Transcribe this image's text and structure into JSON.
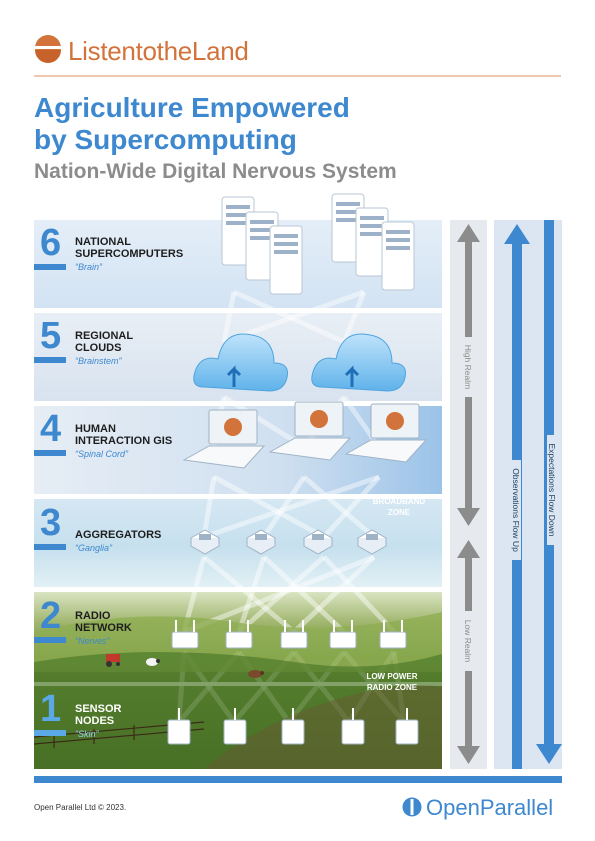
{
  "brand": {
    "name": "ListentotheLand",
    "color": "#d2733b"
  },
  "title": {
    "line1": "Agriculture Empowered",
    "line2": "by Supercomputing",
    "subtitle": "Nation-Wide Digital Nervous System",
    "accent": "#3d88cf"
  },
  "layers": [
    {
      "number": "6",
      "name": "NATIONAL\nSUPERCOMPUTERS",
      "nickname": "“Brain”"
    },
    {
      "number": "5",
      "name": "REGIONAL\nCLOUDS",
      "nickname": "“Brainstem”"
    },
    {
      "number": "4",
      "name": "HUMAN\nINTERACTION GIS",
      "nickname": "“Spinal Cord”"
    },
    {
      "number": "3",
      "name": "AGGREGATORS",
      "nickname": "“Ganglia”"
    },
    {
      "number": "2",
      "name": "RADIO\nNETWORK",
      "nickname": "“Nerves”"
    },
    {
      "number": "1",
      "name": "SENSOR\nNODES",
      "nickname": "“Skin”"
    }
  ],
  "zones": {
    "broadband": "BROADBAND\nZONE",
    "low_power": "LOW POWER\nRADIO ZONE"
  },
  "realms": {
    "high": "High Realm",
    "low": "Low Realm"
  },
  "flows": {
    "up": "Observations Flow Up",
    "down": "Expectations Flow Down"
  },
  "footer": {
    "copyright": "Open Parallel Ltd © 2023.",
    "company": "OpenParallel"
  }
}
